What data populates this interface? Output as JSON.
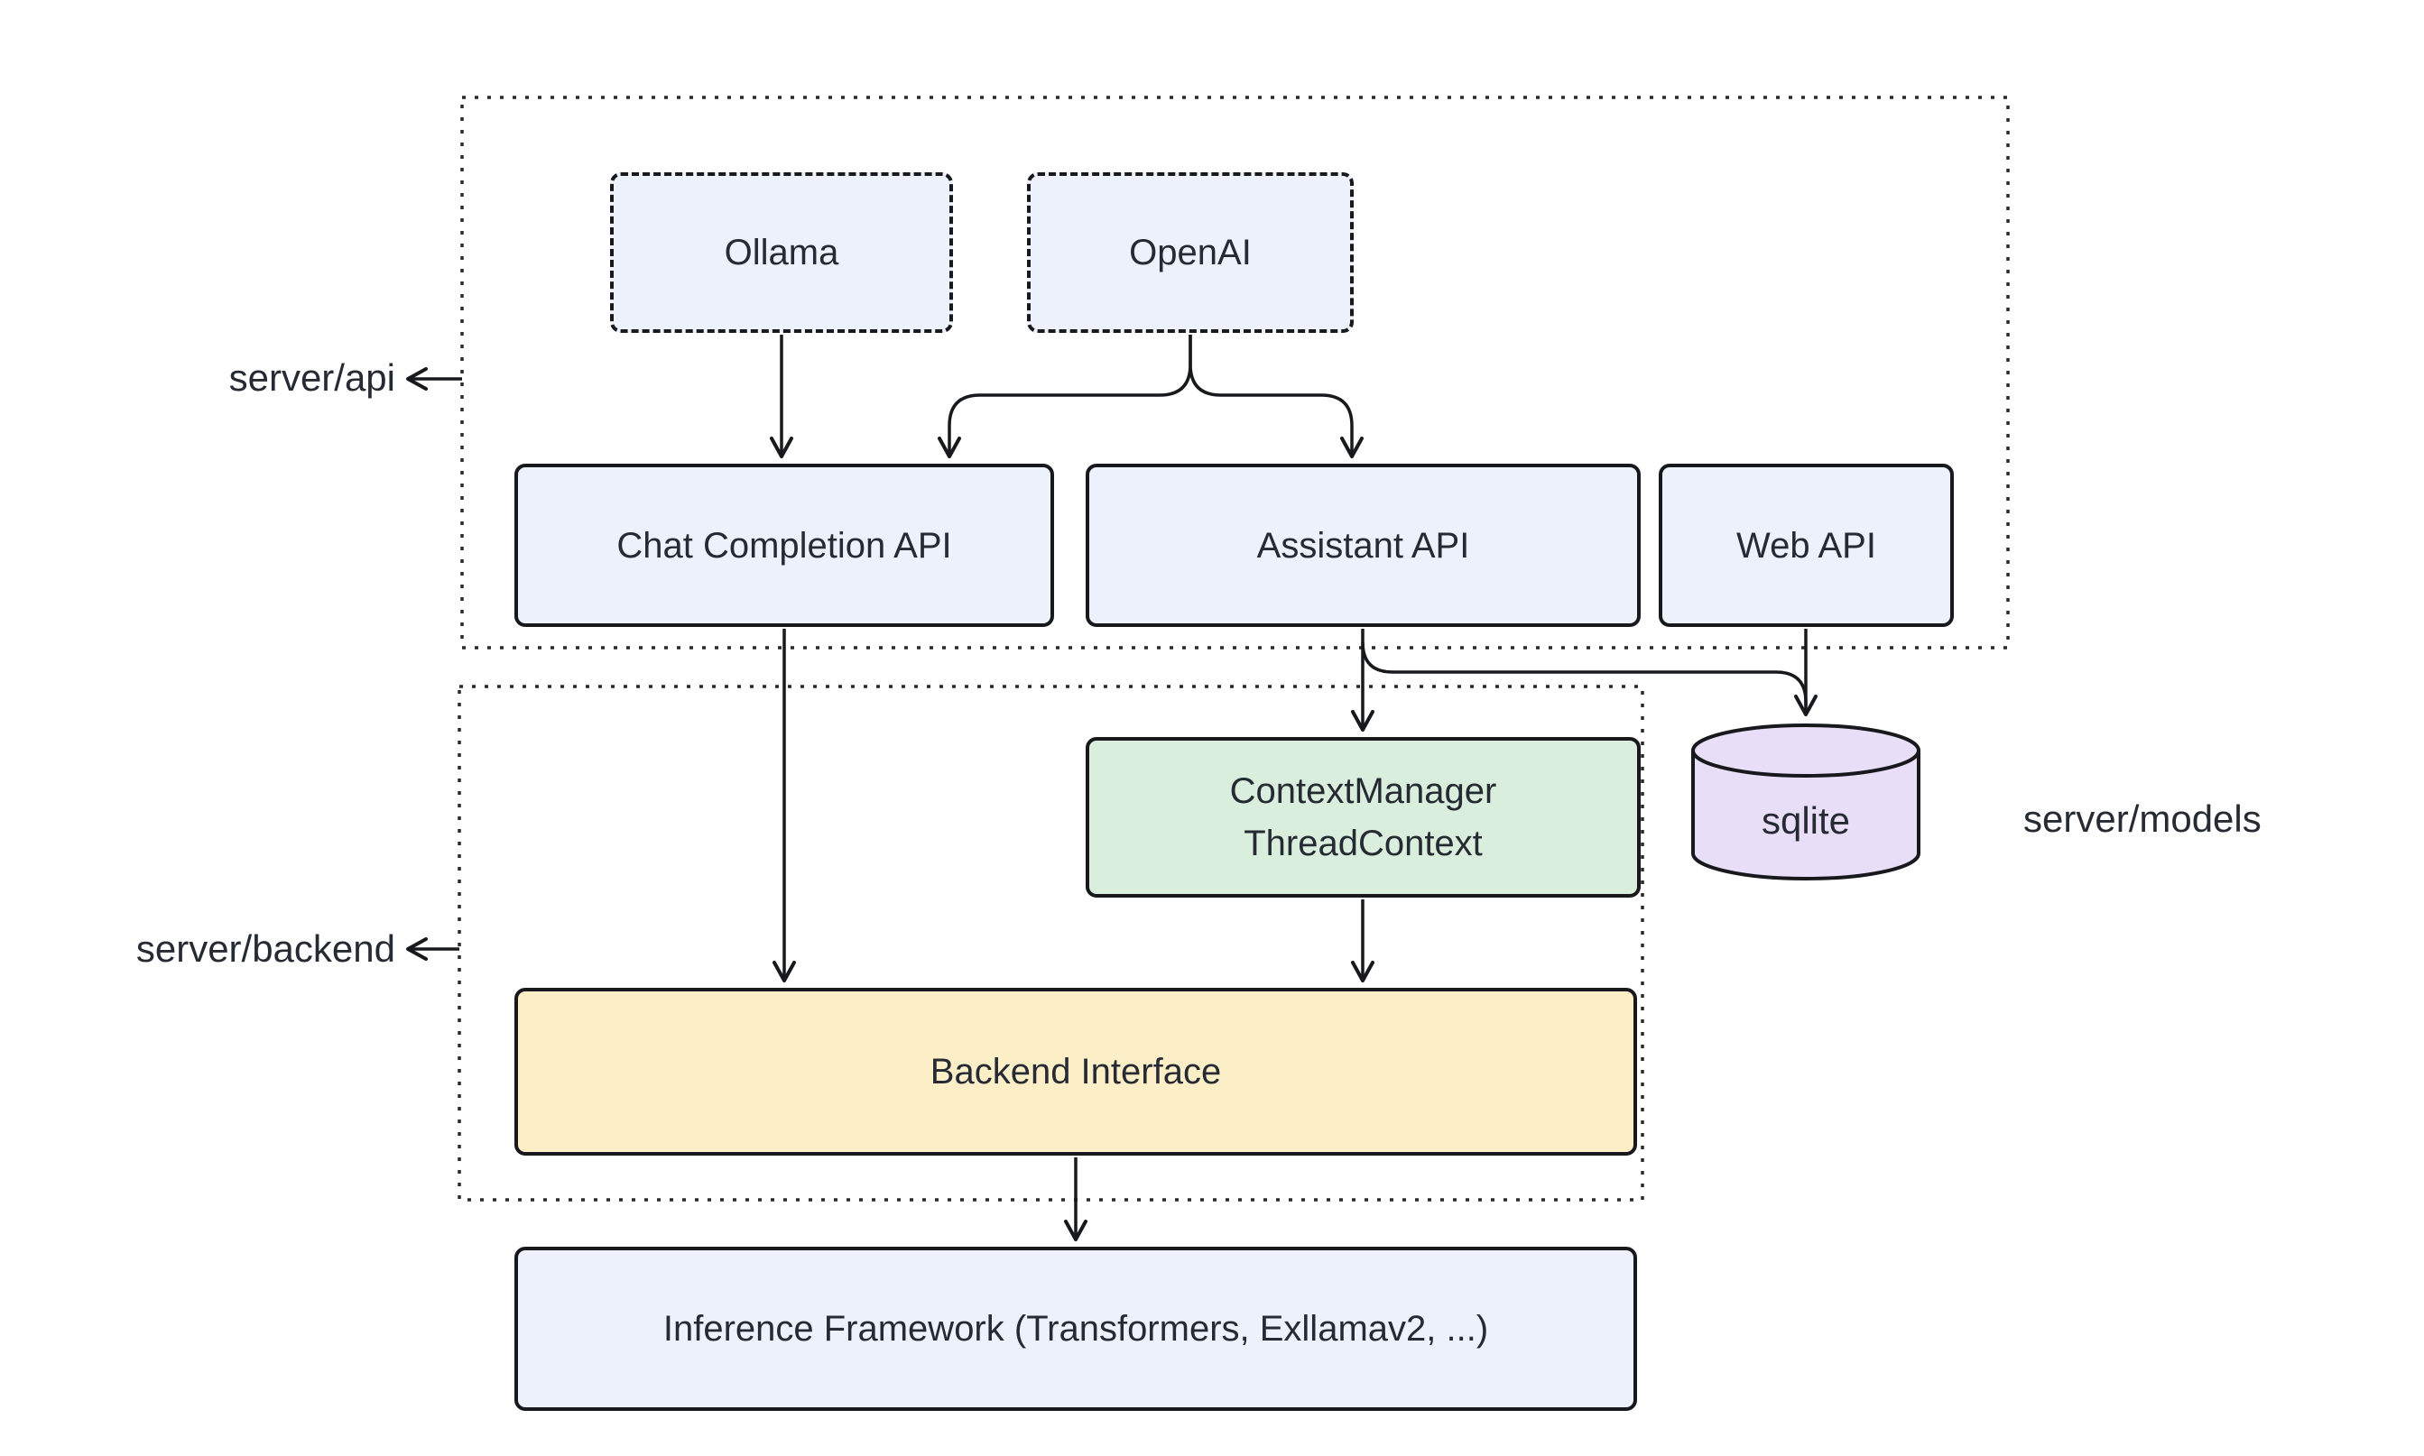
{
  "diagram": {
    "type": "flowchart",
    "background": "#ffffff",
    "palette": {
      "node_blue": "#ecf1fb",
      "node_green": "#d9eedc",
      "node_yellow": "#fcefc8",
      "node_purple": "#e9def8",
      "node_border": "#17191c",
      "container_border": "#2a2a2a",
      "edge_line": "#17191c",
      "text": "#262b33"
    },
    "containers": {
      "api": {
        "label": "server/api"
      },
      "backend": {
        "label": "server/backend"
      }
    },
    "nodes": {
      "ollama": {
        "label": "Ollama"
      },
      "openai": {
        "label": "OpenAI"
      },
      "chat_completion": {
        "label": "Chat Completion API"
      },
      "assistant": {
        "label": "Assistant API"
      },
      "web": {
        "label": "Web API"
      },
      "context_manager": {
        "line1": "ContextManager",
        "line2": "ThreadContext"
      },
      "backend_interface": {
        "label": "Backend Interface"
      },
      "inference": {
        "label": "Inference Framework (Transformers, Exllamav2, ...)"
      },
      "sqlite": {
        "label": "sqlite"
      }
    },
    "side_labels": {
      "models": {
        "label": "server/models"
      }
    },
    "edges": [
      {
        "from": "Ollama",
        "to": "Chat Completion API"
      },
      {
        "from": "OpenAI",
        "to": "Chat Completion API"
      },
      {
        "from": "OpenAI",
        "to": "Assistant API"
      },
      {
        "from": "Chat Completion API",
        "to": "Backend Interface"
      },
      {
        "from": "Assistant API",
        "to": "ContextManager ThreadContext"
      },
      {
        "from": "Assistant API",
        "to": "sqlite"
      },
      {
        "from": "Web API",
        "to": "sqlite"
      },
      {
        "from": "ContextManager ThreadContext",
        "to": "Backend Interface"
      },
      {
        "from": "Backend Interface",
        "to": "Inference Framework (Transformers, Exllamav2, ...)"
      },
      {
        "from": "server/api container",
        "to": "server/api label"
      },
      {
        "from": "server/backend container",
        "to": "server/backend label"
      }
    ]
  }
}
